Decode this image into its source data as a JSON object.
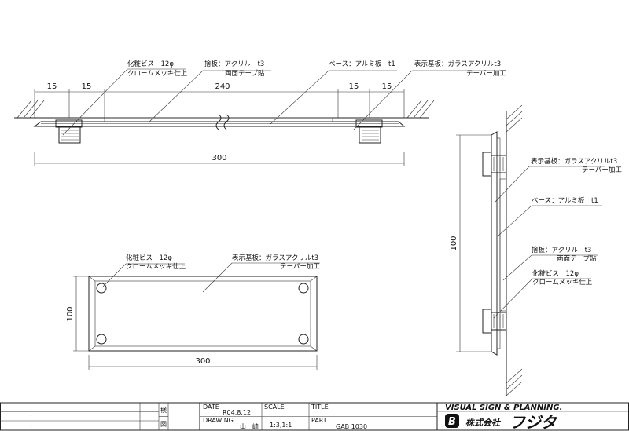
{
  "top_view": {
    "dims": {
      "a1": "15",
      "a2": "15",
      "a3": "240",
      "a4": "15",
      "a5": "15",
      "overall": "300"
    },
    "labels": {
      "screw": "化粧ビス　12φ",
      "screw_finish": "クロームメッキ仕上",
      "face_plate": "捨板：アクリル　t3",
      "face_plate_note": "両面テープ貼",
      "base": "ベース：アルミ板　t1",
      "display": "表示基板：ガラスアクリルt3",
      "display_note": "テーパー加工"
    }
  },
  "front_view": {
    "dims": {
      "height": "100",
      "width": "300"
    },
    "labels": {
      "screw": "化粧ビス　12φ",
      "screw_finish": "クロームメッキ仕上",
      "display": "表示基板：ガラスアクリルt3",
      "display_note": "テーパー加工"
    }
  },
  "side_view": {
    "dims": {
      "height": "100"
    },
    "labels": {
      "display": "表示基板：ガラスアクリルt3",
      "display_note": "テーパー加工",
      "base": "ベース：アルミ板　t1",
      "face_plate": "捨板：アクリル　t3",
      "face_plate_note": "両面テープ貼",
      "screw": "化粧ビス　12φ",
      "screw_finish": "クロームメッキ仕上"
    }
  },
  "title_block": {
    "rev_colon_1": ":",
    "rev_colon_2": ":",
    "rev_colon_3": ":",
    "stamp_1": "検",
    "stamp_2": "図",
    "date_label": "DATE",
    "date_value": "R04.8.12",
    "scale_label": "SCALE",
    "scale_value": "1:3,1:1",
    "drawing_label": "DRAWING",
    "drawing_value": "山　崎",
    "title_label": "TITLE",
    "part_label": "PART",
    "part_value": "GAB 1030",
    "company_en": "VISUAL SIGN & PLANNING.",
    "company_jp": "株式会社",
    "company_name": "フジタ",
    "logo_letter": "B"
  }
}
